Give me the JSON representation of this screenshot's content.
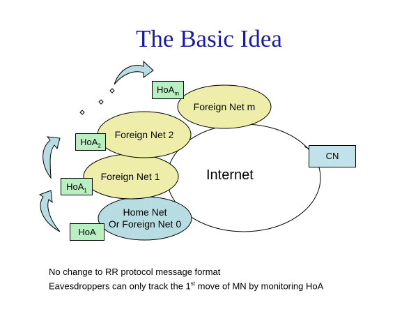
{
  "title": "The Basic Idea",
  "networks": {
    "foreign_m": "Foreign Net m",
    "foreign_2": "Foreign Net 2",
    "foreign_1": "Foreign Net 1",
    "home_line1": "Home Net",
    "home_line2": "Or Foreign Net 0"
  },
  "internet_label": "Internet",
  "cn_label": "CN",
  "hoa": {
    "base": "HoA",
    "sub_m": "m",
    "sub_2": "2",
    "sub_1": "1"
  },
  "notes": {
    "line1": "No change to RR protocol message format",
    "line2_pre": "Eavesdroppers can only track the 1",
    "line2_sup": "st",
    "line2_post": " move of MN by monitoring HoA"
  },
  "colors": {
    "title": "#1a1aa8",
    "foreign_fill": "#eeeeaa",
    "home_fill": "#b7dde3",
    "hoa_fill": "#b9f0c2",
    "arrow_fill": "#b7dde3"
  }
}
